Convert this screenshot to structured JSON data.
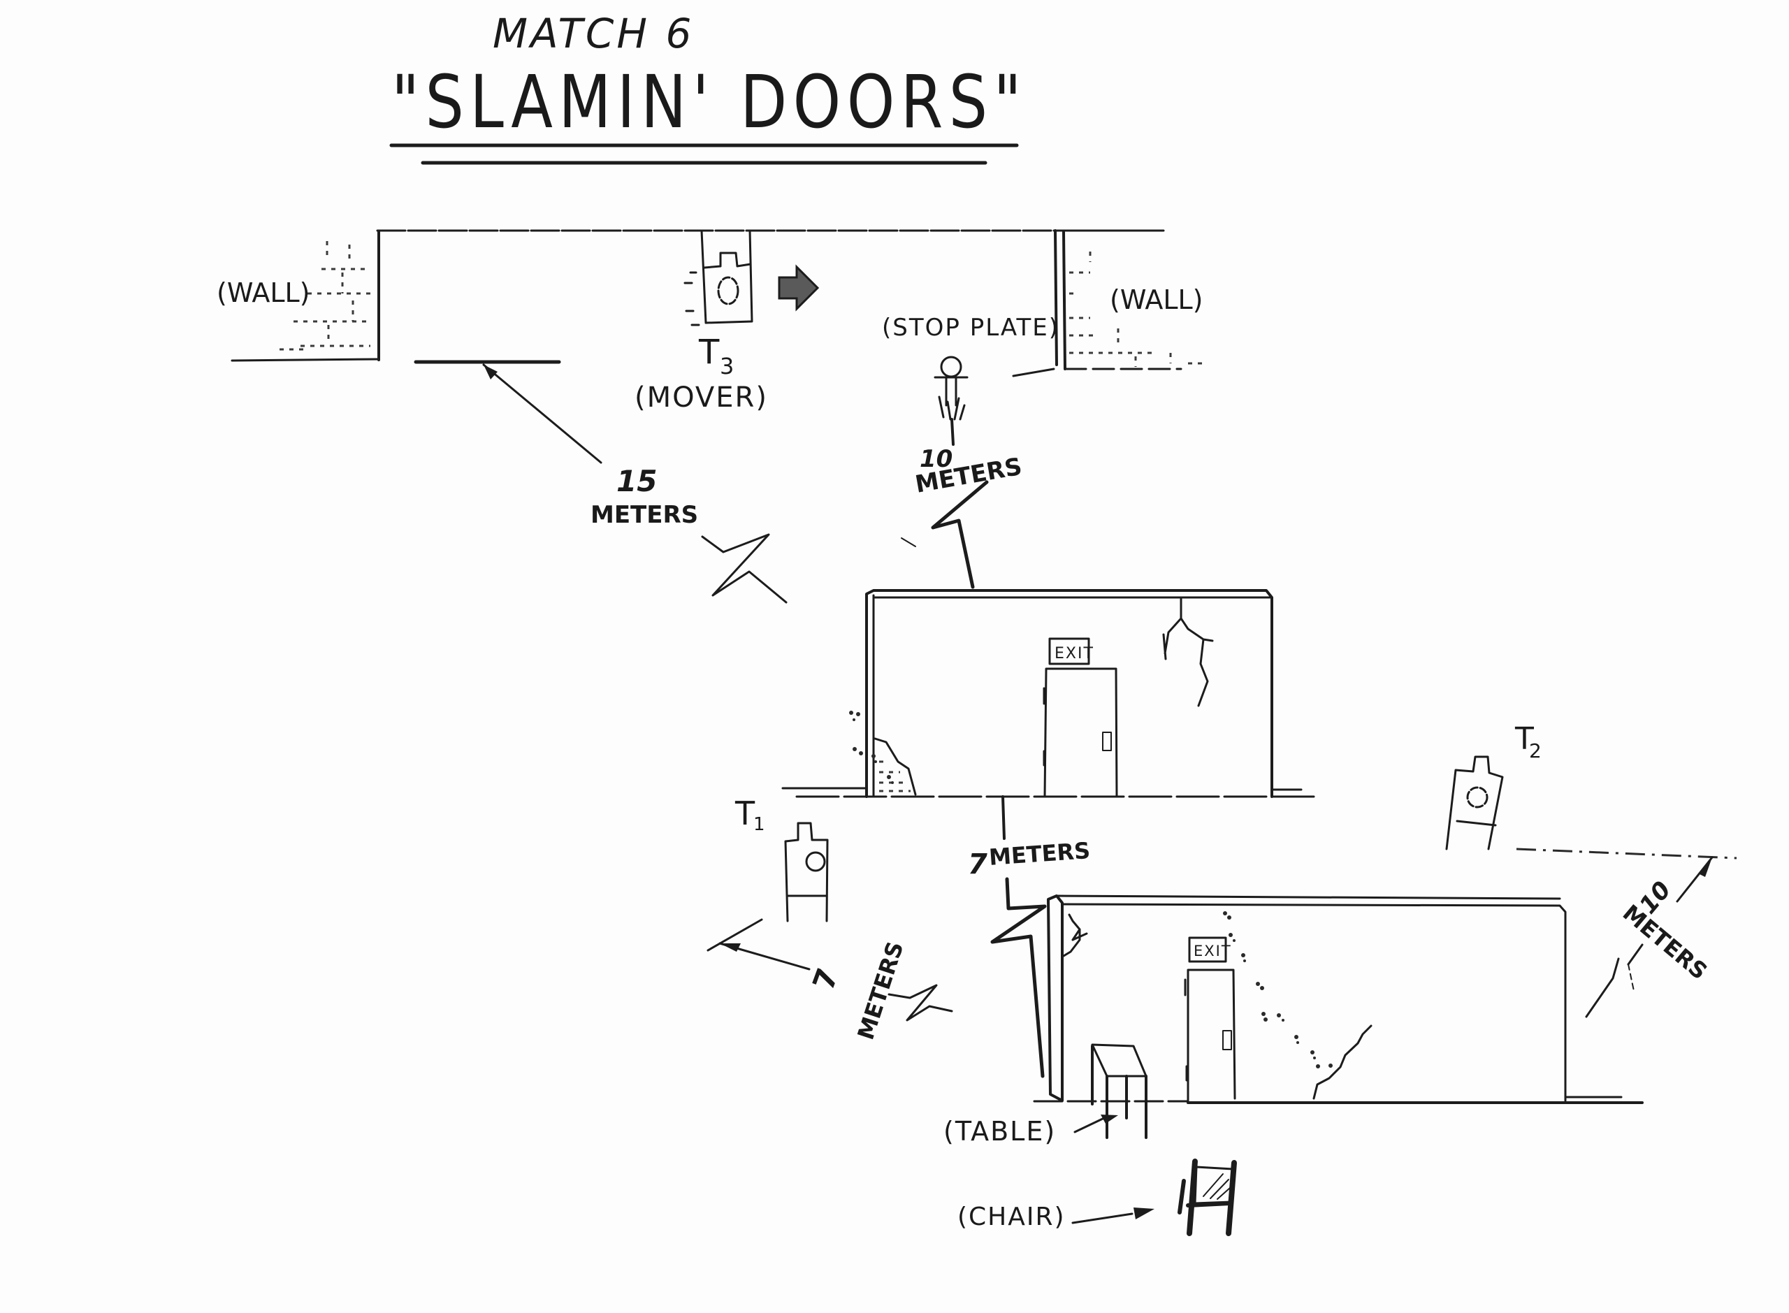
{
  "header": {
    "match_label": "MATCH 6",
    "title": "\"SLAMIN' DOORS\""
  },
  "upper_range": {
    "left_wall_label": "(WALL)",
    "right_wall_label": "(WALL)",
    "stop_plate_label": "(STOP PLATE)",
    "mover_target_label": "T",
    "mover_target_sub": "3",
    "mover_label": "(MOVER)",
    "mover_direction_icon": "arrow-right-icon"
  },
  "measurements": {
    "fifteen": {
      "value": "15",
      "unit": "METERS"
    },
    "ten_top": {
      "value": "10",
      "unit": "METERS"
    },
    "seven_center": {
      "value": "7",
      "unit": "METERS"
    },
    "seven_left": {
      "value": "7",
      "unit": "METERS"
    },
    "ten_right": {
      "value": "10",
      "unit": "METERS"
    }
  },
  "buildings": [
    {
      "name": "upper-building",
      "exit_sign": "EXIT"
    },
    {
      "name": "lower-building",
      "exit_sign": "EXIT"
    }
  ],
  "targets": {
    "t1": {
      "label": "T",
      "sub": "1"
    },
    "t2": {
      "label": "T",
      "sub": "2"
    }
  },
  "props": {
    "table_label": "(TABLE)",
    "chair_label": "(CHAIR)"
  }
}
